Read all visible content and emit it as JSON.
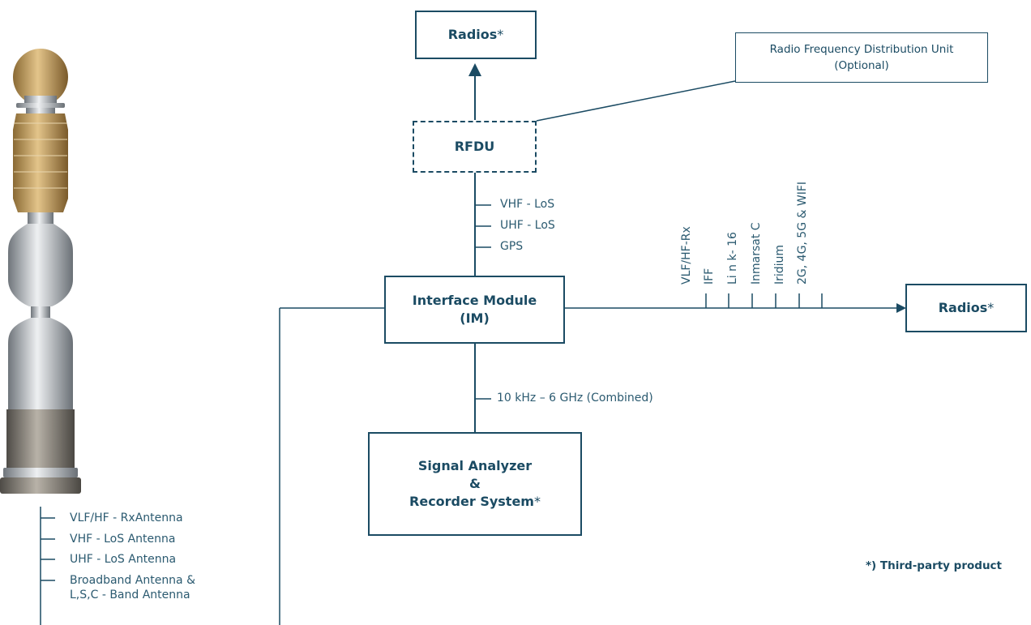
{
  "boxes": {
    "radios_top": {
      "label": "Radios",
      "suffix": "*"
    },
    "rfdu_info": {
      "line1": "Radio Frequency Distribution Unit",
      "line2": "(Optional)"
    },
    "rfdu": {
      "label": "RFDU"
    },
    "interface_module": {
      "line1": "Interface Module",
      "line2": "(IM)"
    },
    "radios_right": {
      "label": "Radios",
      "suffix": "*"
    },
    "signal_analyzer": {
      "line1": "Signal Analyzer",
      "line2": "&",
      "line3": "Recorder System",
      "suffix": "*"
    }
  },
  "rfdu_im_links": [
    "VHF - LoS",
    "UHF - LoS",
    "GPS"
  ],
  "im_radio_links": [
    "VLF/HF-Rx",
    "IFF",
    "Li n k- 16",
    "Inmarsat C",
    "Iridium",
    "2G, 4G, 5G & WIFI"
  ],
  "im_signal_link": "10 kHz – 6 GHz (Combined)",
  "antennas": [
    "VLF/HF - RxAntenna",
    "VHF - LoS Antenna",
    "UHF - LoS Antenna",
    "Broadband Antenna &",
    "L,S,C - Band Antenna"
  ],
  "footnote": "*) Third-party product",
  "colors": {
    "primary": "#1b4b63",
    "antenna_gold": "#b8945a",
    "antenna_silver": "#a8adb3"
  }
}
